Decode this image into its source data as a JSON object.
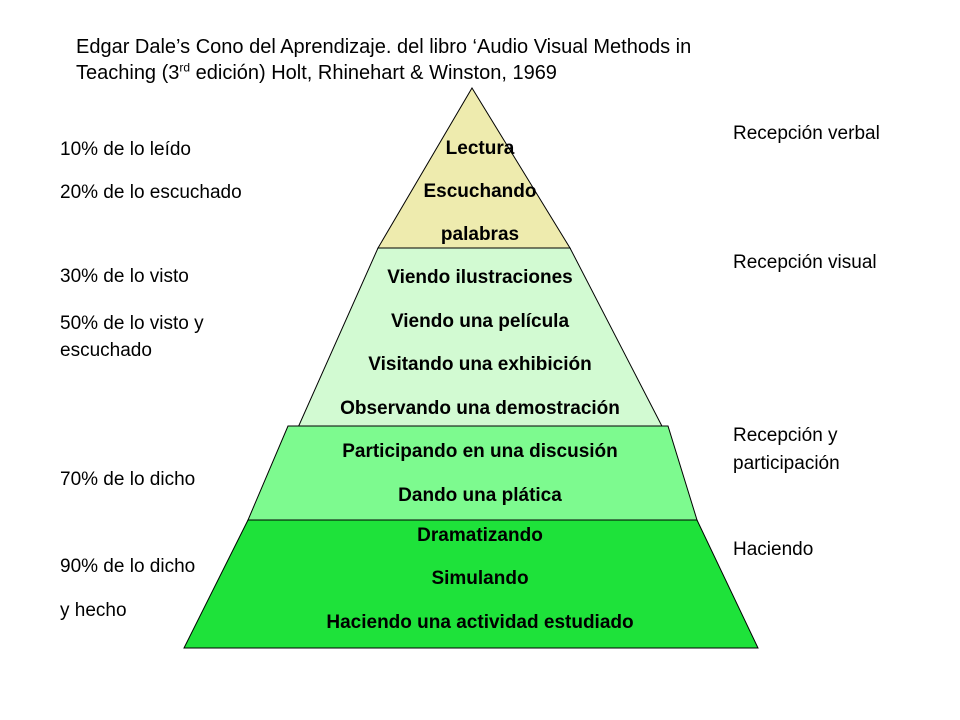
{
  "title": {
    "line1": "Edgar Dale’s Cono del Aprendizaje. del libro ‘Audio Visual Methods in",
    "line2_a": "Teaching (3",
    "line2_sup": "rd",
    "line2_b": " edición) Holt, Rhinehart & Winston, 1969"
  },
  "colors": {
    "tier_top": "#EEEBAE",
    "tier_visual": "#D2FAD2",
    "tier_participation": "#7DFA8F",
    "tier_doing": "#1EE23A",
    "outline": "#000000"
  },
  "left_labels": [
    "10% de lo leído",
    "20% de lo escuchado",
    "30% de lo visto",
    "50% de lo visto y",
    "escuchado",
    "70% de lo dicho",
    "90% de lo dicho",
    "y hecho"
  ],
  "right_labels": {
    "verbal": "Recepción verbal",
    "visual": "Recepción visual",
    "participation_1": "Recepción y",
    "participation_2": "participación",
    "doing": "Haciendo"
  },
  "pyramid_labels": [
    "Lectura",
    "Escuchando",
    "palabras",
    "Viendo ilustraciones",
    "Viendo una película",
    "Visitando una exhibición",
    "Observando una demostración",
    "Participando en una discusión",
    "Dando una plática",
    "Dramatizando",
    "Simulando",
    "Haciendo una actividad estudiado"
  ]
}
